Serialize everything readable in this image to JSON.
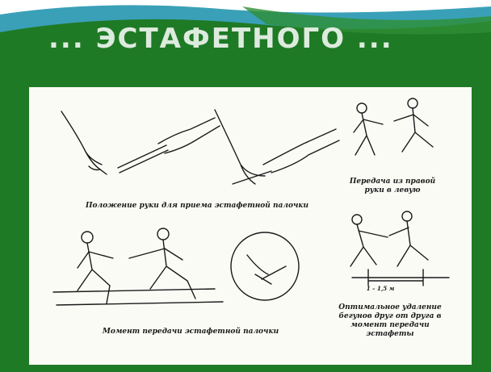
{
  "slide": {
    "title": "... ЭСТАФЕТНОГО ...",
    "colors": {
      "frame": "#1f7a25",
      "sky": "#3aa0b8",
      "paper": "#fbfbf6",
      "ink": "#1a1a1a"
    }
  },
  "illustration": {
    "caption_hands": "Положение руки для приема эстафетной палочки",
    "caption_right_to_left": "Передача из правой руки в левую",
    "caption_moment": "Момент передачи эстафетной палочки",
    "caption_distance": "Оптимальное удаление бегунов друг от друга в момент передачи эстафеты",
    "distance_label": "1 – 1,5 м"
  }
}
